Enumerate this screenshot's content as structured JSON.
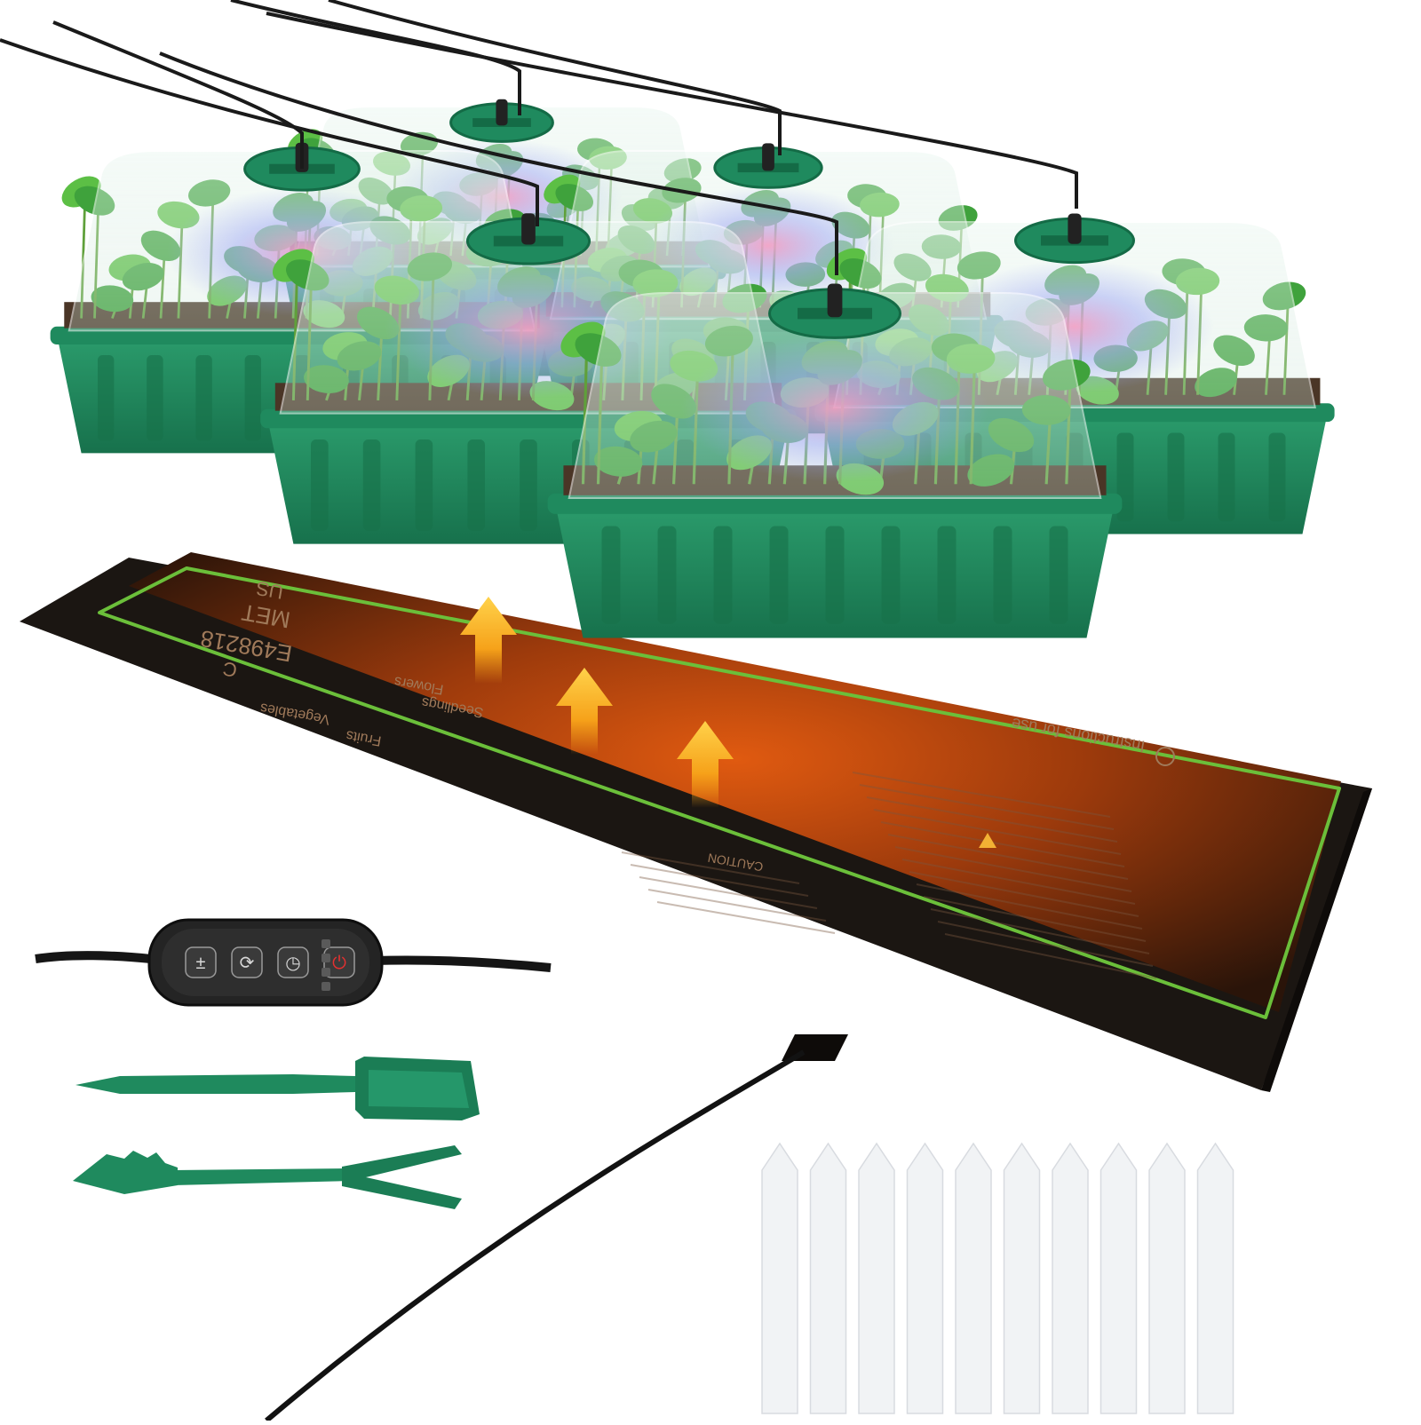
{
  "mat": {
    "brand": "MET",
    "cert_c": "C",
    "cert_us": "US",
    "model": "E498218",
    "categories": [
      "Vegetables",
      "Fruits",
      "Flowers",
      "Seedlings"
    ],
    "instructions_heading": "Instructions for use",
    "caution_heading": "CAUTION"
  },
  "controller": {
    "buttons": [
      "+/-",
      "mode",
      "timer",
      "power"
    ]
  },
  "colors": {
    "tray_green": "#1f8a5e",
    "mat_black": "#1b1612",
    "mat_glow": "#c24a0c",
    "border_green": "#6bbf3a",
    "arrow_orange": "#f6a21a",
    "label_white": "#f1f3f5"
  },
  "items": {
    "tray_count": 6,
    "label_count": 10
  }
}
